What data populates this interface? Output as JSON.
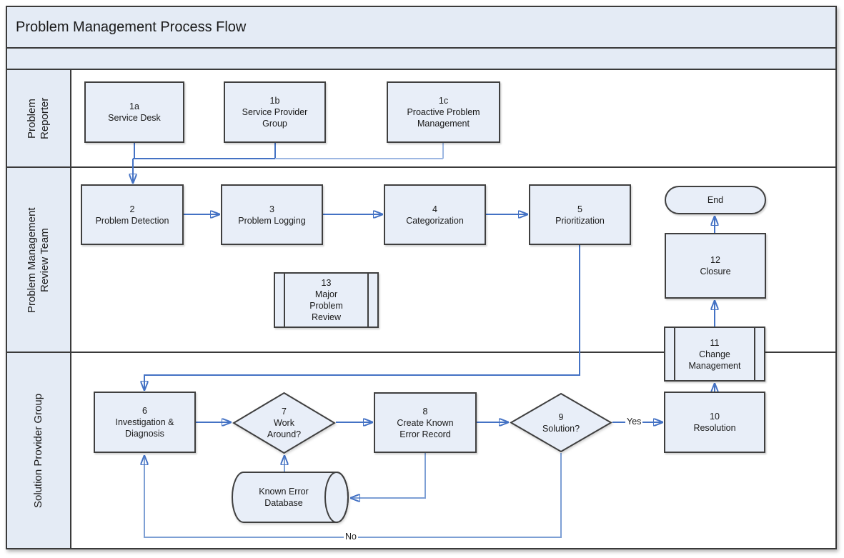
{
  "title": "Problem Management Process Flow",
  "lanes": [
    {
      "label": "Problem Reporter"
    },
    {
      "label": "Problem Management Review Team"
    },
    {
      "label": "Solution Provider Group"
    }
  ],
  "nodes": {
    "n1a": {
      "num": "1a",
      "label": "Service Desk",
      "type": "process"
    },
    "n1b": {
      "num": "1b",
      "label": "Service Provider Group",
      "type": "process"
    },
    "n1c": {
      "num": "1c",
      "label": "Proactive Problem Management",
      "type": "process"
    },
    "n2": {
      "num": "2",
      "label": "Problem Detection",
      "type": "process"
    },
    "n3": {
      "num": "3",
      "label": "Problem Logging",
      "type": "process"
    },
    "n4": {
      "num": "4",
      "label": "Categorization",
      "type": "process"
    },
    "n5": {
      "num": "5",
      "label": "Prioritization",
      "type": "process"
    },
    "n13": {
      "num": "13",
      "label": "Major Problem Review",
      "type": "subprocess"
    },
    "n12": {
      "num": "12",
      "label": "Closure",
      "type": "process"
    },
    "end": {
      "label": "End",
      "type": "terminator"
    },
    "n6": {
      "num": "6",
      "label": "Investigation & Diagnosis",
      "type": "process"
    },
    "n7": {
      "num": "7",
      "label": "Work Around?",
      "type": "decision"
    },
    "n8": {
      "num": "8",
      "label": "Create Known Error Record",
      "type": "process"
    },
    "n9": {
      "num": "9",
      "label": "Solution?",
      "type": "decision"
    },
    "n10": {
      "num": "10",
      "label": "Resolution",
      "type": "process"
    },
    "n11": {
      "num": "11",
      "label": "Change Management",
      "type": "subprocess"
    },
    "ked": {
      "label": "Known Error Database",
      "type": "database"
    }
  },
  "edge_labels": {
    "yes": "Yes",
    "no": "No"
  },
  "colors": {
    "shape_fill": "#e8eef8",
    "header_fill": "#e4ebf5",
    "border": "#3f3f3f",
    "connector": "#4472c4",
    "connector_light": "#9db7e2"
  }
}
